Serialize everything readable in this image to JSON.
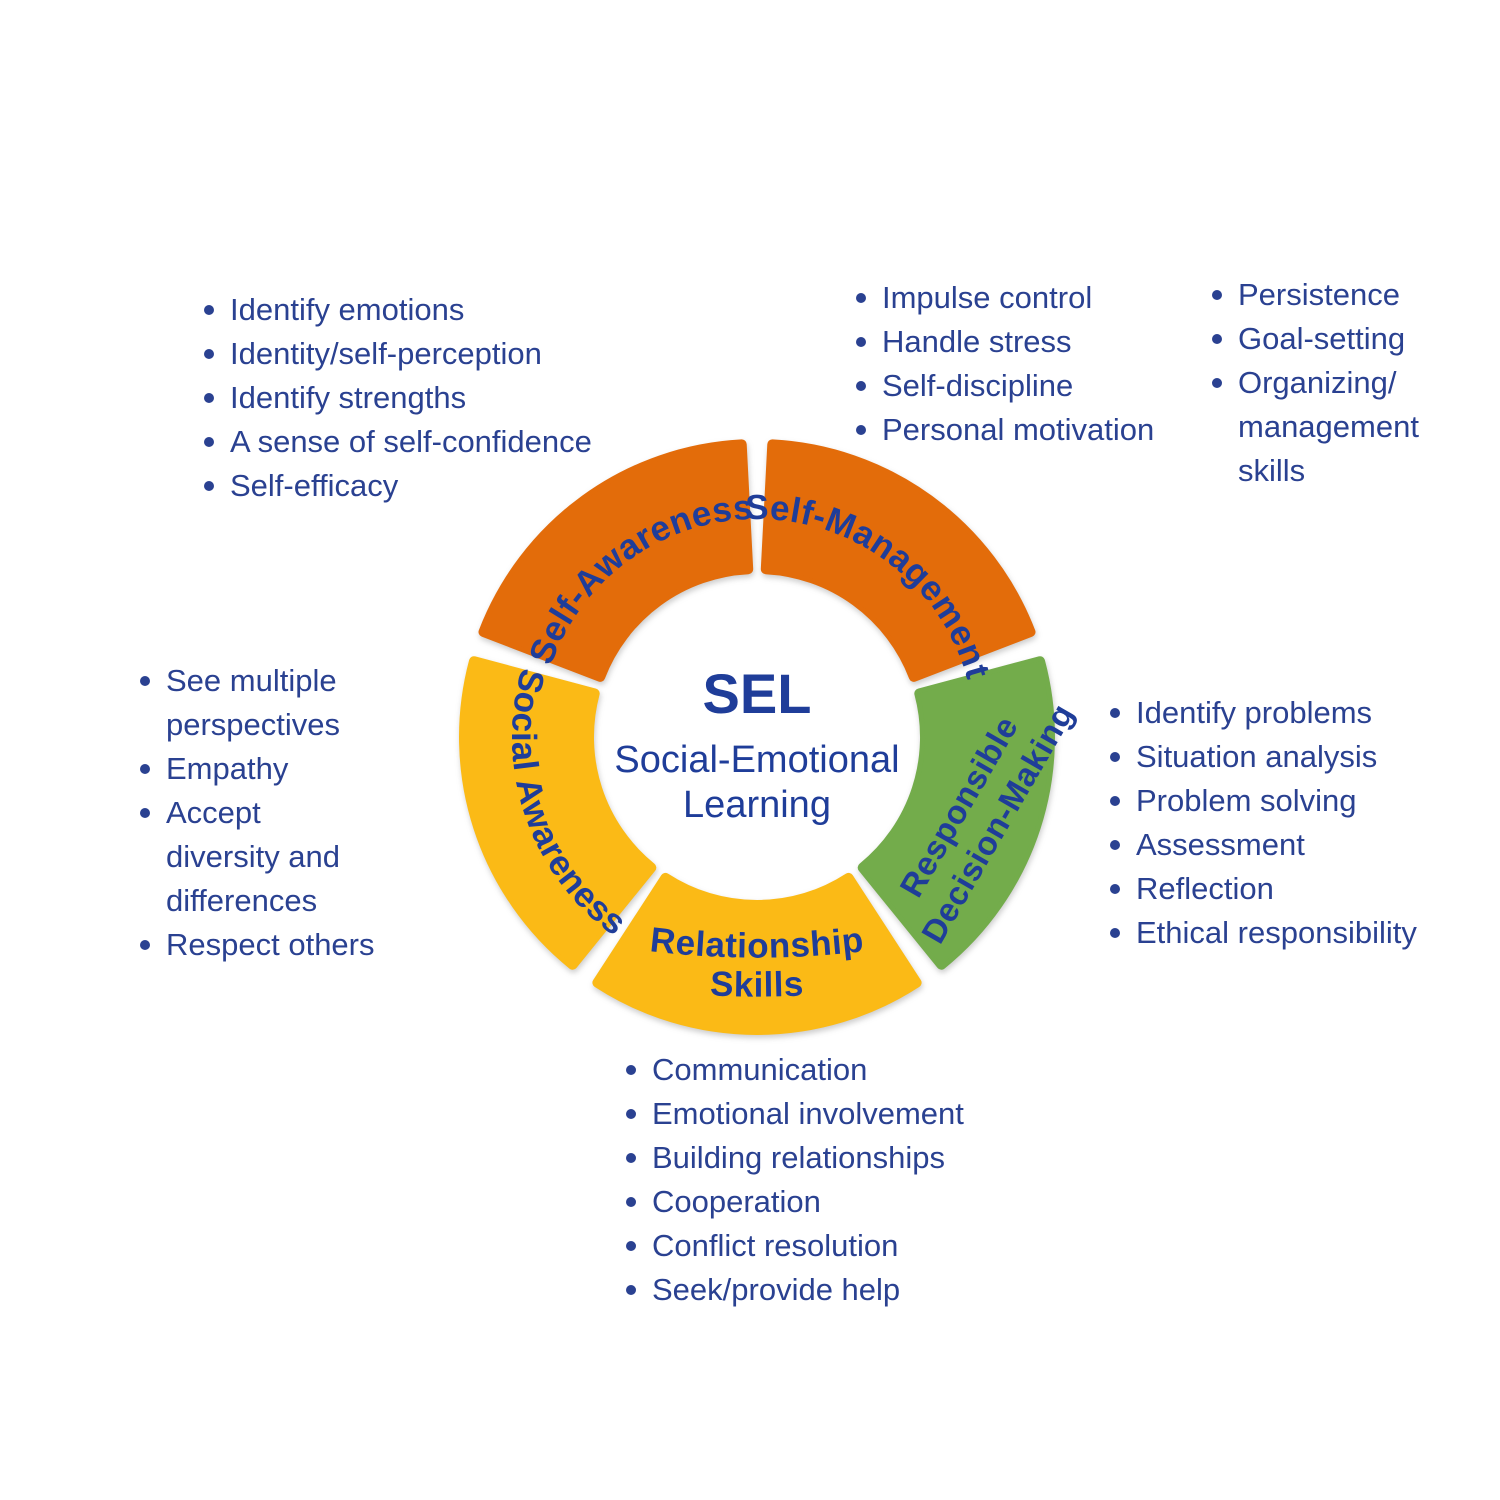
{
  "center": {
    "acronym": "SEL",
    "subtitle_line1": "Social-Emotional",
    "subtitle_line2": "Learning"
  },
  "colors": {
    "text": "#2A4191",
    "label": "#1F3D99",
    "orange": "#E36C0A",
    "yellow": "#FBBA16",
    "green": "#73AC4B"
  },
  "segments": [
    {
      "id": "self-awareness",
      "label": "Self-Awareness",
      "color": "#E36C0A"
    },
    {
      "id": "self-management",
      "label": "Self-Management",
      "color": "#E36C0A"
    },
    {
      "id": "responsible-decision-making",
      "label_line1": "Responsible",
      "label_line2": "Decision-Making",
      "color": "#73AC4B"
    },
    {
      "id": "relationship-skills",
      "label_line1": "Relationship",
      "label_line2": "Skills",
      "color": "#FBBA16"
    },
    {
      "id": "social-awareness",
      "label": "Social Awareness",
      "color": "#FBBA16"
    }
  ],
  "lists": {
    "self_awareness": {
      "items": [
        "Identify emotions",
        "Identity/self-perception",
        "Identify strengths",
        "A sense of self-confidence",
        "Self-efficacy"
      ]
    },
    "self_management_col1": {
      "items": [
        "Impulse control",
        "Handle stress",
        "Self-discipline",
        "Personal motivation"
      ]
    },
    "self_management_col2": {
      "items": [
        "Persistence",
        "Goal-setting",
        "Organizing/ management skills"
      ]
    },
    "responsible_decision_making": {
      "items": [
        "Identify problems",
        "Situation analysis",
        "Problem solving",
        "Assessment",
        "Reflection",
        "Ethical responsibility"
      ]
    },
    "relationship_skills": {
      "items": [
        "Communication",
        "Emotional involvement",
        "Building relationships",
        "Cooperation",
        "Conflict resolution",
        "Seek/provide help"
      ]
    },
    "social_awareness": {
      "items": [
        "See multiple perspectives",
        "Empathy",
        "Accept diversity and differences",
        "Respect others"
      ]
    }
  }
}
